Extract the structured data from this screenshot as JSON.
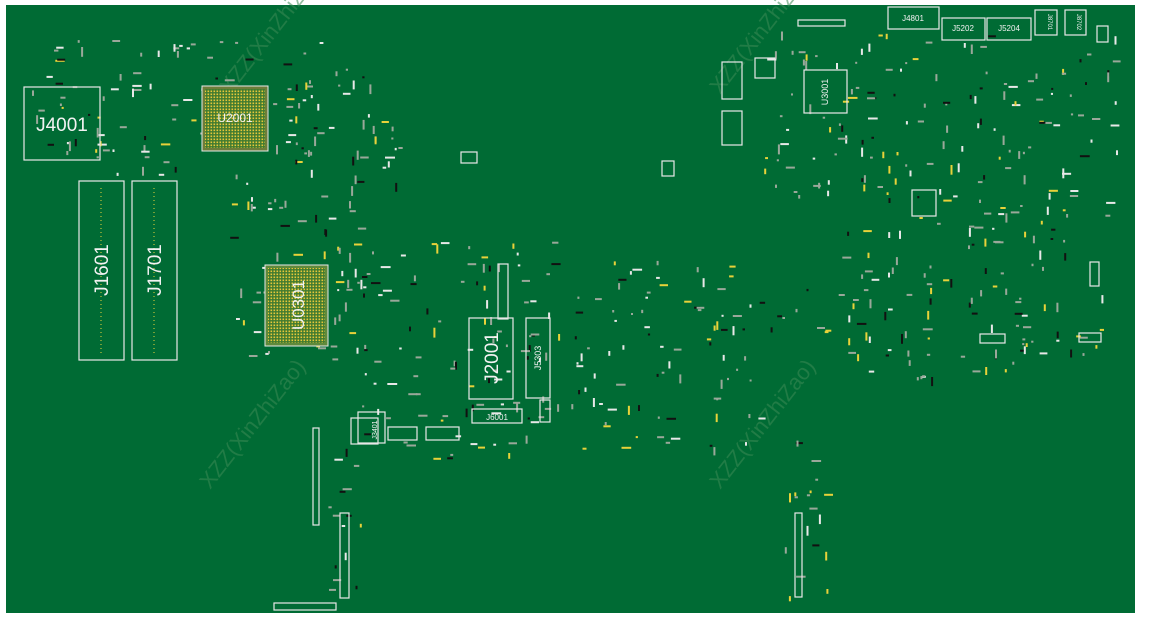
{
  "board": {
    "board_color": "#006b34",
    "outline_color": "#e8e8e8",
    "pad_color": "#e8d23a",
    "watermark": "XZZ(XinZhiZao)",
    "components": [
      {
        "id": "J4001"
      },
      {
        "id": "J1601"
      },
      {
        "id": "J1701"
      },
      {
        "id": "U2001"
      },
      {
        "id": "U0301"
      },
      {
        "id": "J2001"
      },
      {
        "id": "J5303"
      },
      {
        "id": "J6001"
      },
      {
        "id": "J3401"
      },
      {
        "id": "U3001"
      },
      {
        "id": "J4801"
      },
      {
        "id": "J5202"
      },
      {
        "id": "J5204"
      },
      {
        "id": "J8701"
      },
      {
        "id": "J8702"
      }
    ]
  }
}
